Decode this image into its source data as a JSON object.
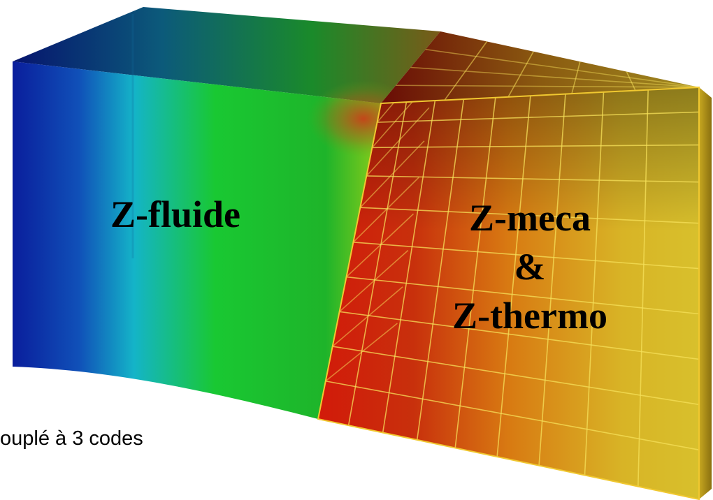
{
  "diagram": {
    "fluid_label": "Z-fluide",
    "solid_label_line1": "Z-meca",
    "solid_label_line2": "&",
    "solid_label_line3": "Z-thermo",
    "caption": "ouplé à 3 codes"
  },
  "colors": {
    "fluid_blue": "#0a1e9c",
    "fluid_cyan": "#14b4c8",
    "fluid_green": "#19c832",
    "solid_red": "#d21a0a",
    "solid_orange": "#d87a12",
    "solid_yellow": "#d8b426",
    "mesh_line": "#f6e05a"
  }
}
